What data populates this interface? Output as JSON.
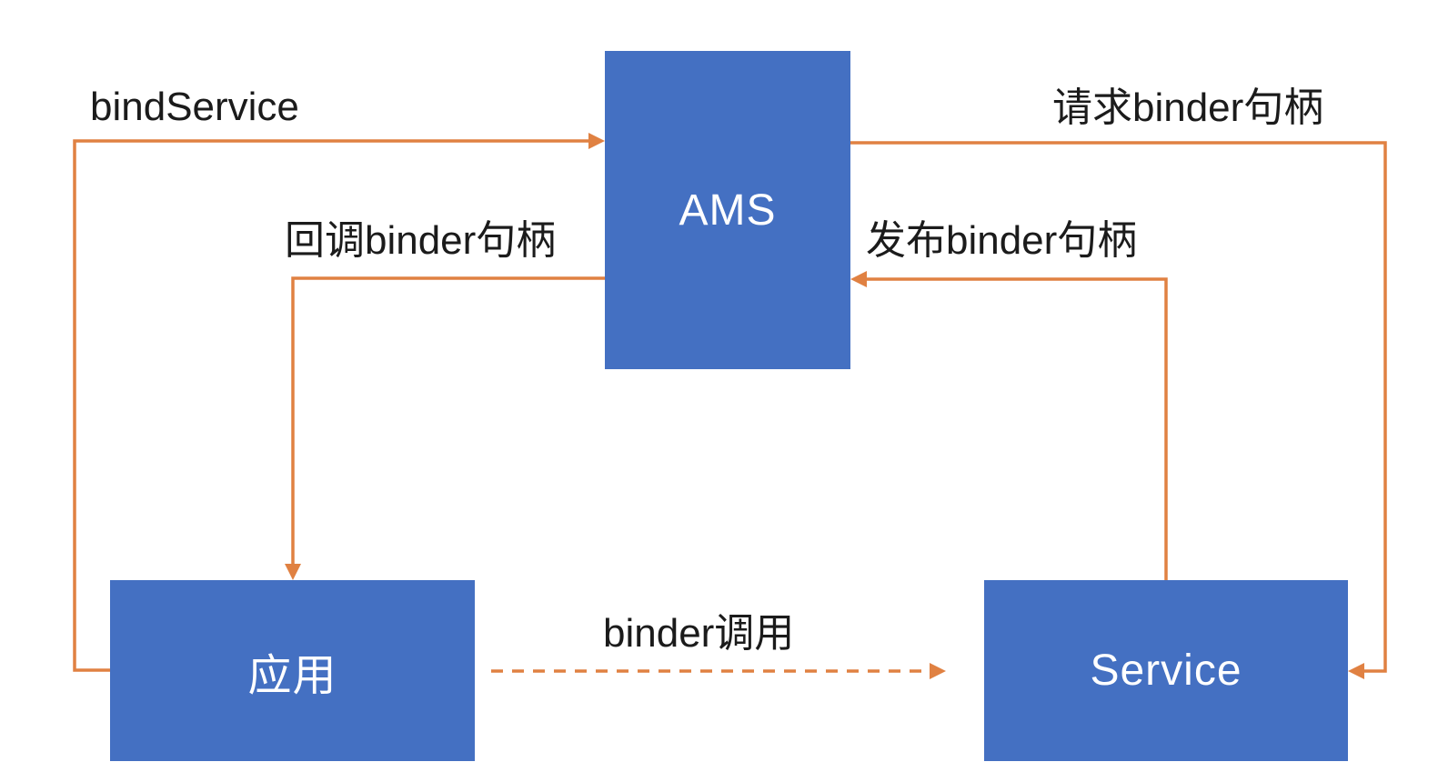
{
  "diagram": {
    "nodes": [
      {
        "id": "ams",
        "label": "AMS"
      },
      {
        "id": "app",
        "label": "应用"
      },
      {
        "id": "service",
        "label": "Service"
      }
    ],
    "edges": [
      {
        "id": "bindservice",
        "label": "bindService",
        "from": "app",
        "to": "ams",
        "style": "solid"
      },
      {
        "id": "request-binder",
        "label": "请求binder句柄",
        "from": "ams",
        "to": "service",
        "style": "solid"
      },
      {
        "id": "callback-binder",
        "label": "回调binder句柄",
        "from": "ams",
        "to": "app",
        "style": "solid"
      },
      {
        "id": "publish-binder",
        "label": "发布binder句柄",
        "from": "service",
        "to": "ams",
        "style": "solid"
      },
      {
        "id": "binder-call",
        "label": "binder调用",
        "from": "app",
        "to": "service",
        "style": "dashed"
      }
    ],
    "colors": {
      "node_fill": "#4470C2",
      "node_text": "#FFFFFF",
      "edge": "#E08142",
      "label_text": "#1B1B1B",
      "background": "#FFFFFF"
    }
  }
}
